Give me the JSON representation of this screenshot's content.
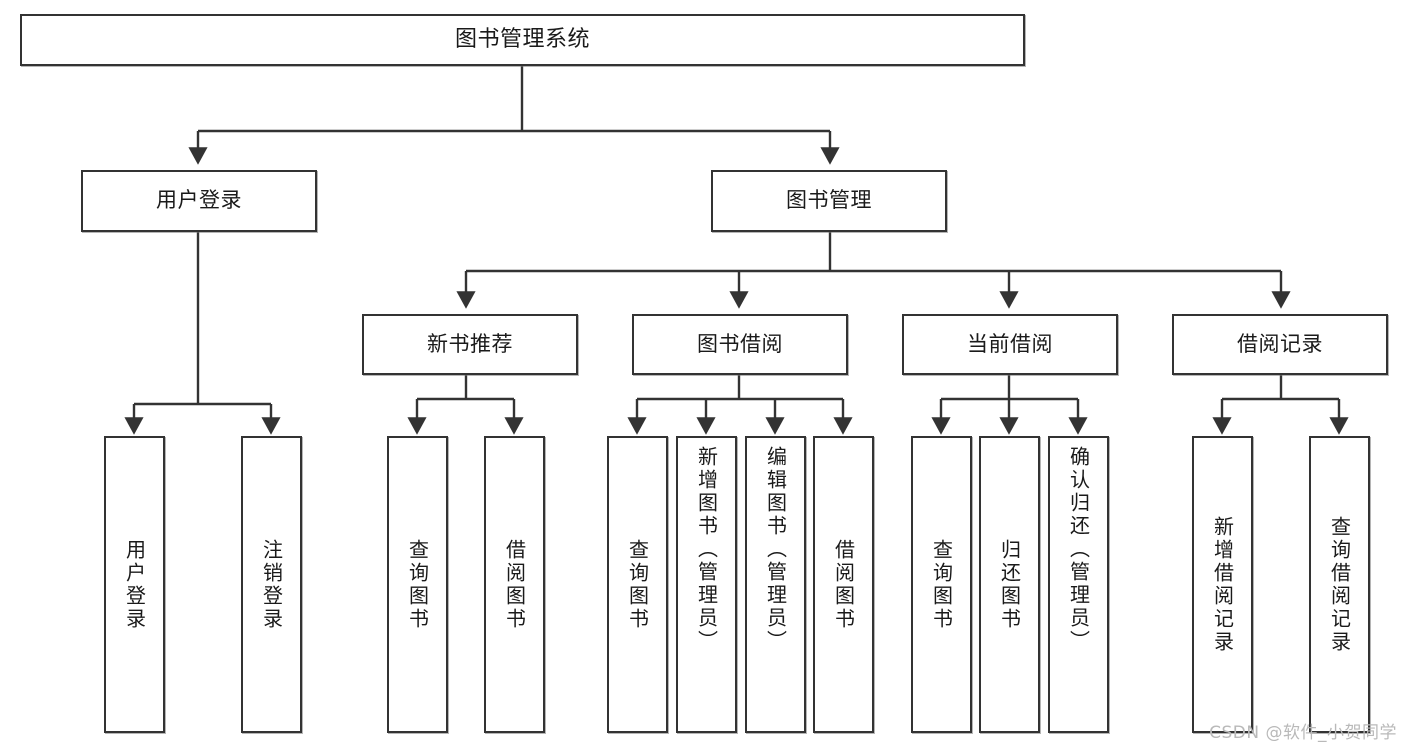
{
  "diagram": {
    "title": "图书管理系统",
    "type": "functional-structure-tree",
    "root": {
      "id": "root",
      "label": "图书管理系统"
    },
    "level2": [
      {
        "id": "user-login",
        "label": "用户登录"
      },
      {
        "id": "book-manage",
        "label": "图书管理"
      }
    ],
    "level3": [
      {
        "id": "new-book-rec",
        "label": "新书推荐"
      },
      {
        "id": "book-borrow",
        "label": "图书借阅"
      },
      {
        "id": "current-borrow",
        "label": "当前借阅"
      },
      {
        "id": "borrow-record",
        "label": "借阅记录"
      }
    ],
    "leaves": {
      "user_login": [
        {
          "id": "leaf-user-login",
          "label": "用户登录"
        },
        {
          "id": "leaf-logout",
          "label": "注销登录"
        }
      ],
      "new_book_rec": [
        {
          "id": "leaf-query-book-1",
          "label": "查询图书"
        },
        {
          "id": "leaf-borrow-book-1",
          "label": "借阅图书"
        }
      ],
      "book_borrow": [
        {
          "id": "leaf-query-book-2",
          "label": "查询图书"
        },
        {
          "id": "leaf-add-book",
          "label": "新增图书（管理员）"
        },
        {
          "id": "leaf-edit-book",
          "label": "编辑图书（管理员）"
        },
        {
          "id": "leaf-borrow-book-2",
          "label": "借阅图书"
        }
      ],
      "current_borrow": [
        {
          "id": "leaf-query-book-3",
          "label": "查询图书"
        },
        {
          "id": "leaf-return-book",
          "label": "归还图书"
        },
        {
          "id": "leaf-confirm-return",
          "label": "确认归还（管理员）"
        }
      ],
      "borrow_record": [
        {
          "id": "leaf-add-record",
          "label": "新增借阅记录"
        },
        {
          "id": "leaf-query-record",
          "label": "查询借阅记录"
        }
      ]
    },
    "colors": {
      "stroke": "#333333",
      "fill": "#ffffff",
      "text": "#1a1a1a",
      "watermark": "#b9b9b9"
    }
  },
  "watermark": {
    "text": "CSDN @软件_小贺同学"
  }
}
